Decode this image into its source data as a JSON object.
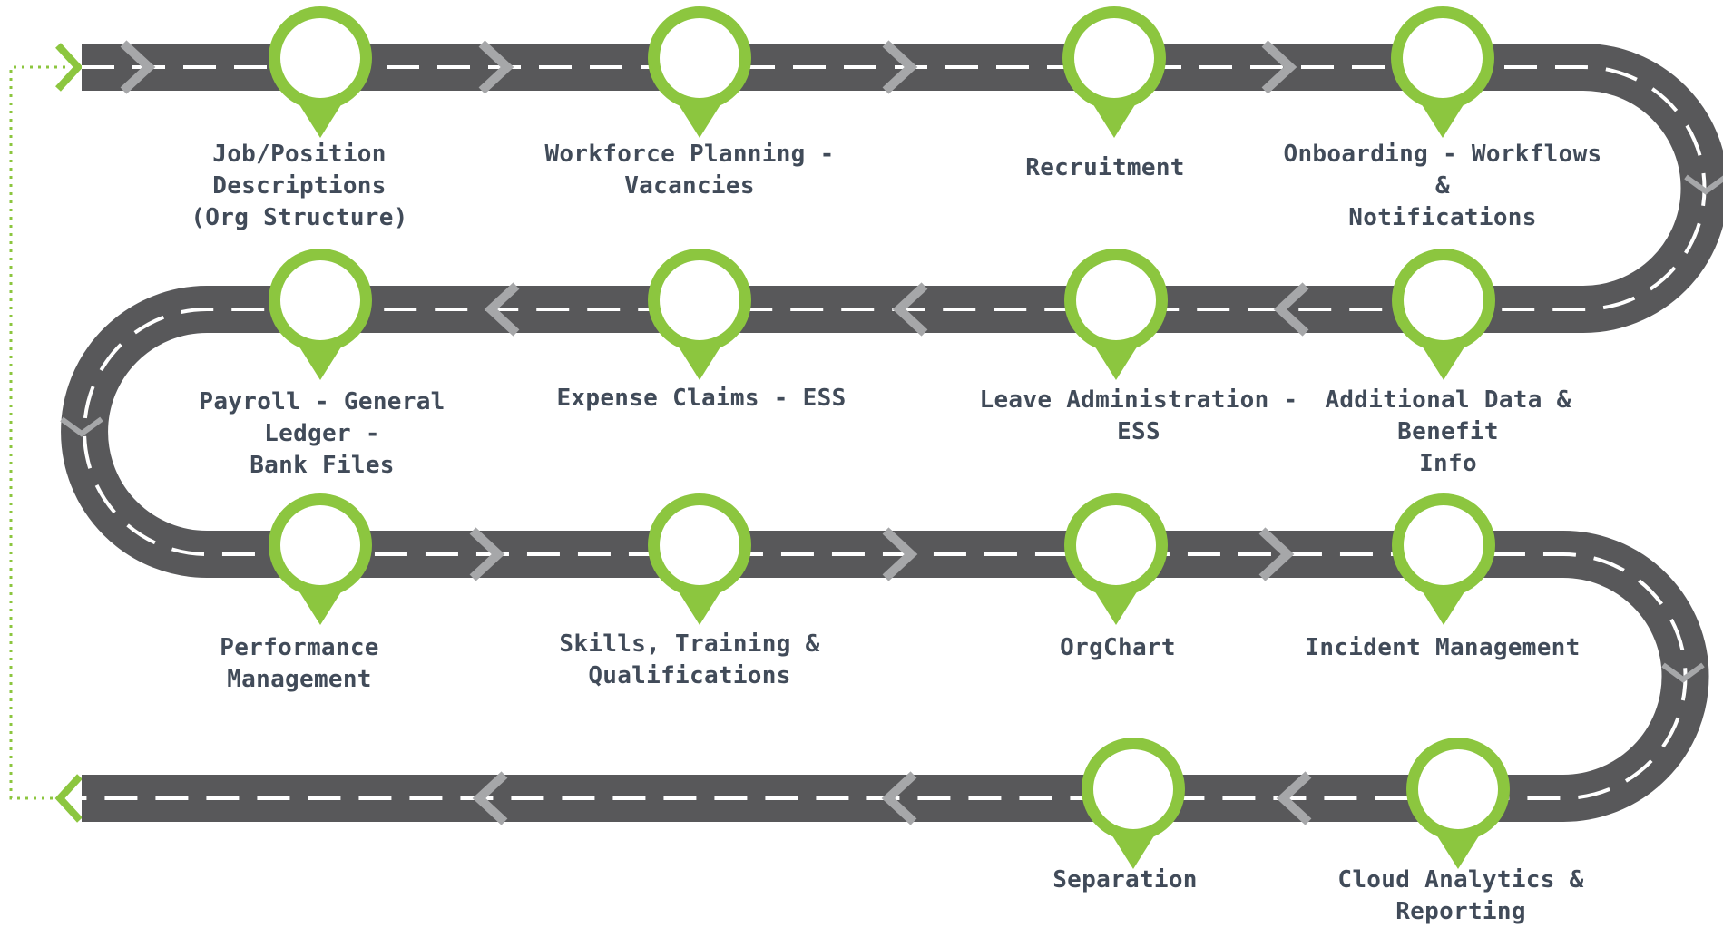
{
  "colors": {
    "road": "#58585a",
    "lane_marking": "#ffffff",
    "chevron": "#a6a7a9",
    "pin": "#8cc63f",
    "pin_inner": "#ffffff",
    "label_text": "#414b59",
    "connector": "#8cc63f"
  },
  "stops": [
    {
      "id": "job-position-descriptions",
      "lines": [
        "Job/Position Descriptions",
        "(Org Structure)"
      ]
    },
    {
      "id": "workforce-planning",
      "lines": [
        "Workforce Planning -",
        "Vacancies"
      ]
    },
    {
      "id": "recruitment",
      "lines": [
        "Recruitment"
      ]
    },
    {
      "id": "onboarding",
      "lines": [
        "Onboarding - Workflows &",
        "Notifications"
      ]
    },
    {
      "id": "additional-data",
      "lines": [
        "Additional Data & Benefit",
        "Info"
      ]
    },
    {
      "id": "leave-administration",
      "lines": [
        "Leave Administration -",
        "ESS"
      ]
    },
    {
      "id": "expense-claims",
      "lines": [
        "Expense Claims - ESS"
      ]
    },
    {
      "id": "payroll",
      "lines": [
        "Payroll - General Ledger -",
        "Bank Files"
      ]
    },
    {
      "id": "performance-management",
      "lines": [
        "Performance",
        "Management"
      ]
    },
    {
      "id": "skills-training",
      "lines": [
        "Skills, Training &",
        "Qualifications"
      ]
    },
    {
      "id": "orgchart",
      "lines": [
        "OrgChart"
      ]
    },
    {
      "id": "incident-management",
      "lines": [
        "Incident Management"
      ]
    },
    {
      "id": "cloud-analytics",
      "lines": [
        "Cloud Analytics & Reporting"
      ]
    },
    {
      "id": "separation",
      "lines": [
        "Separation"
      ]
    }
  ]
}
